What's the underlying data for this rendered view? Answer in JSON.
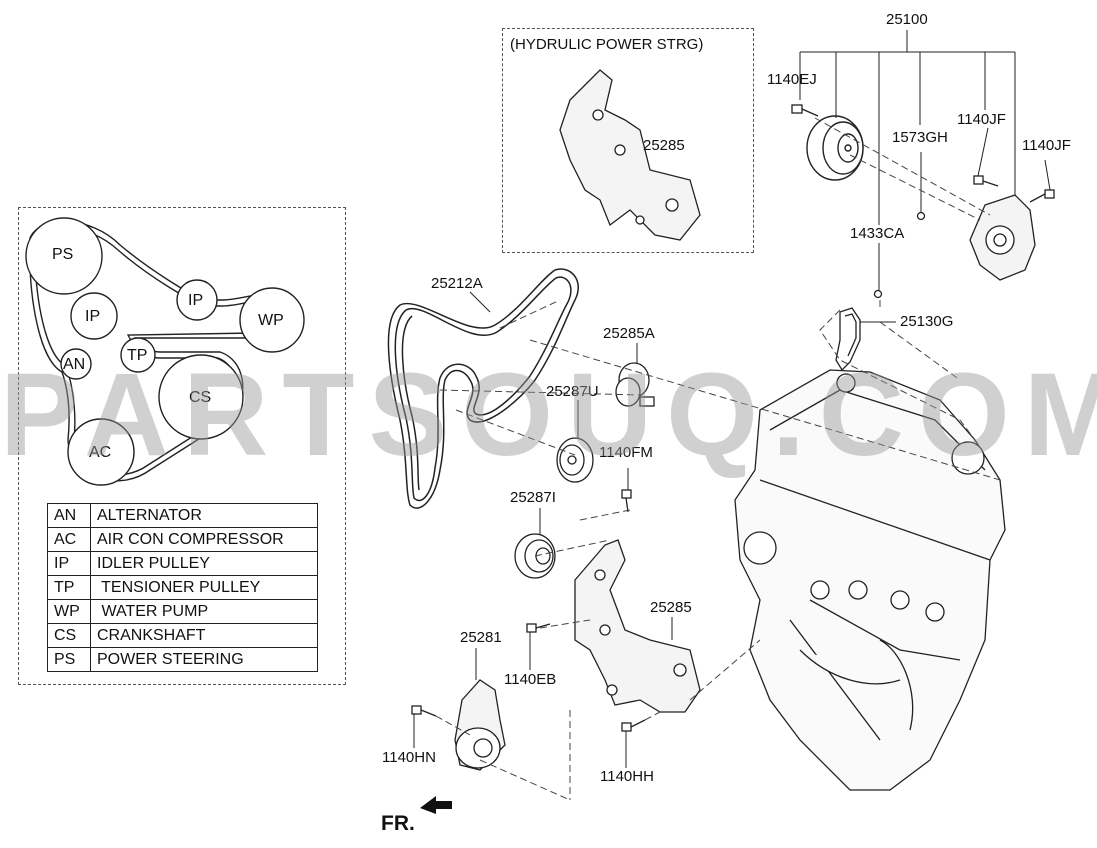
{
  "hydraulic_box": {
    "title": "(HYDRULIC POWER STRG)"
  },
  "belt_diagram": {
    "pulleys": [
      {
        "id": "PS",
        "label": "PS"
      },
      {
        "id": "IP1",
        "label": "IP"
      },
      {
        "id": "WP",
        "label": "WP"
      },
      {
        "id": "IP2",
        "label": "IP"
      },
      {
        "id": "TP",
        "label": "TP"
      },
      {
        "id": "AN",
        "label": "AN"
      },
      {
        "id": "CS",
        "label": "CS"
      },
      {
        "id": "AC",
        "label": "AC"
      }
    ]
  },
  "legend": [
    {
      "abbr": "AN",
      "full": "ALTERNATOR"
    },
    {
      "abbr": "AC",
      "full": "AIR CON COMPRESSOR"
    },
    {
      "abbr": "IP",
      "full": "IDLER PULLEY"
    },
    {
      "abbr": "TP",
      "full": " TENSIONER PULLEY"
    },
    {
      "abbr": "WP",
      "full": " WATER PUMP"
    },
    {
      "abbr": "CS",
      "full": "CRANKSHAFT"
    },
    {
      "abbr": "PS",
      "full": "POWER STEERING"
    }
  ],
  "part_labels": {
    "p25100": "25100",
    "p1140EJ": "1140EJ",
    "p1573GH": "1573GH",
    "p1140JF_a": "1140JF",
    "p1140JF_b": "1140JF",
    "p1433CA": "1433CA",
    "p25130G": "25130G",
    "p25285_top": "25285",
    "p25212A": "25212A",
    "p25285A": "25285A",
    "p25287U": "25287U",
    "p1140FM": "1140FM",
    "p25287I": "25287I",
    "p25285_bot": "25285",
    "p25281": "25281",
    "p1140EB": "1140EB",
    "p1140HN": "1140HN",
    "p1140HH": "1140HH"
  },
  "direction": {
    "label": "FR."
  },
  "watermark": {
    "text": "PARTSOUQ.COM"
  },
  "colors": {
    "line": "#222222",
    "dash": "#555555",
    "watermark": "#999999"
  }
}
